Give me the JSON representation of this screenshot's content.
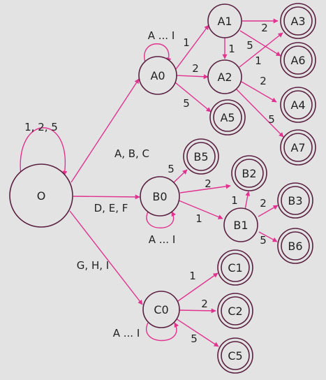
{
  "colors": {
    "background": "#e3e3e3",
    "edge": "#e0338f",
    "node_outline": "#5a2040",
    "text": "#222222"
  },
  "nodes": {
    "O": "O",
    "A0": "A0",
    "B0": "B0",
    "C0": "C0",
    "A1": "A1",
    "A2": "A2",
    "A3": "A3",
    "A4": "A4",
    "A5": "A5",
    "A6": "A6",
    "A7": "A7",
    "B1": "B1",
    "B2": "B2",
    "B3": "B3",
    "B5": "B5",
    "B6": "B6",
    "C1": "C1",
    "C2": "C2",
    "C5": "C5"
  },
  "edge_labels": {
    "O_self": "1, 2, 5",
    "O_A0": "A, B, C",
    "O_B0": "D, E, F",
    "O_C0": "G, H, I",
    "A0_self": "A ... I",
    "B0_self": "A ... I",
    "C0_self": "A ... I",
    "A0_A1": "1",
    "A0_A2": "2",
    "A0_A5": "5",
    "A1_A3": "2",
    "A1_A2": "1",
    "A1_A6": "5",
    "A2_A3": "1",
    "A2_A4": "2",
    "A2_A7": "5",
    "B0_B5": "5",
    "B0_B2": "2",
    "B0_B1": "1",
    "B1_B2": "1",
    "B1_B3": "2",
    "B1_B6": "5",
    "C0_C1": "1",
    "C0_C2": "2",
    "C0_C5": "5"
  }
}
